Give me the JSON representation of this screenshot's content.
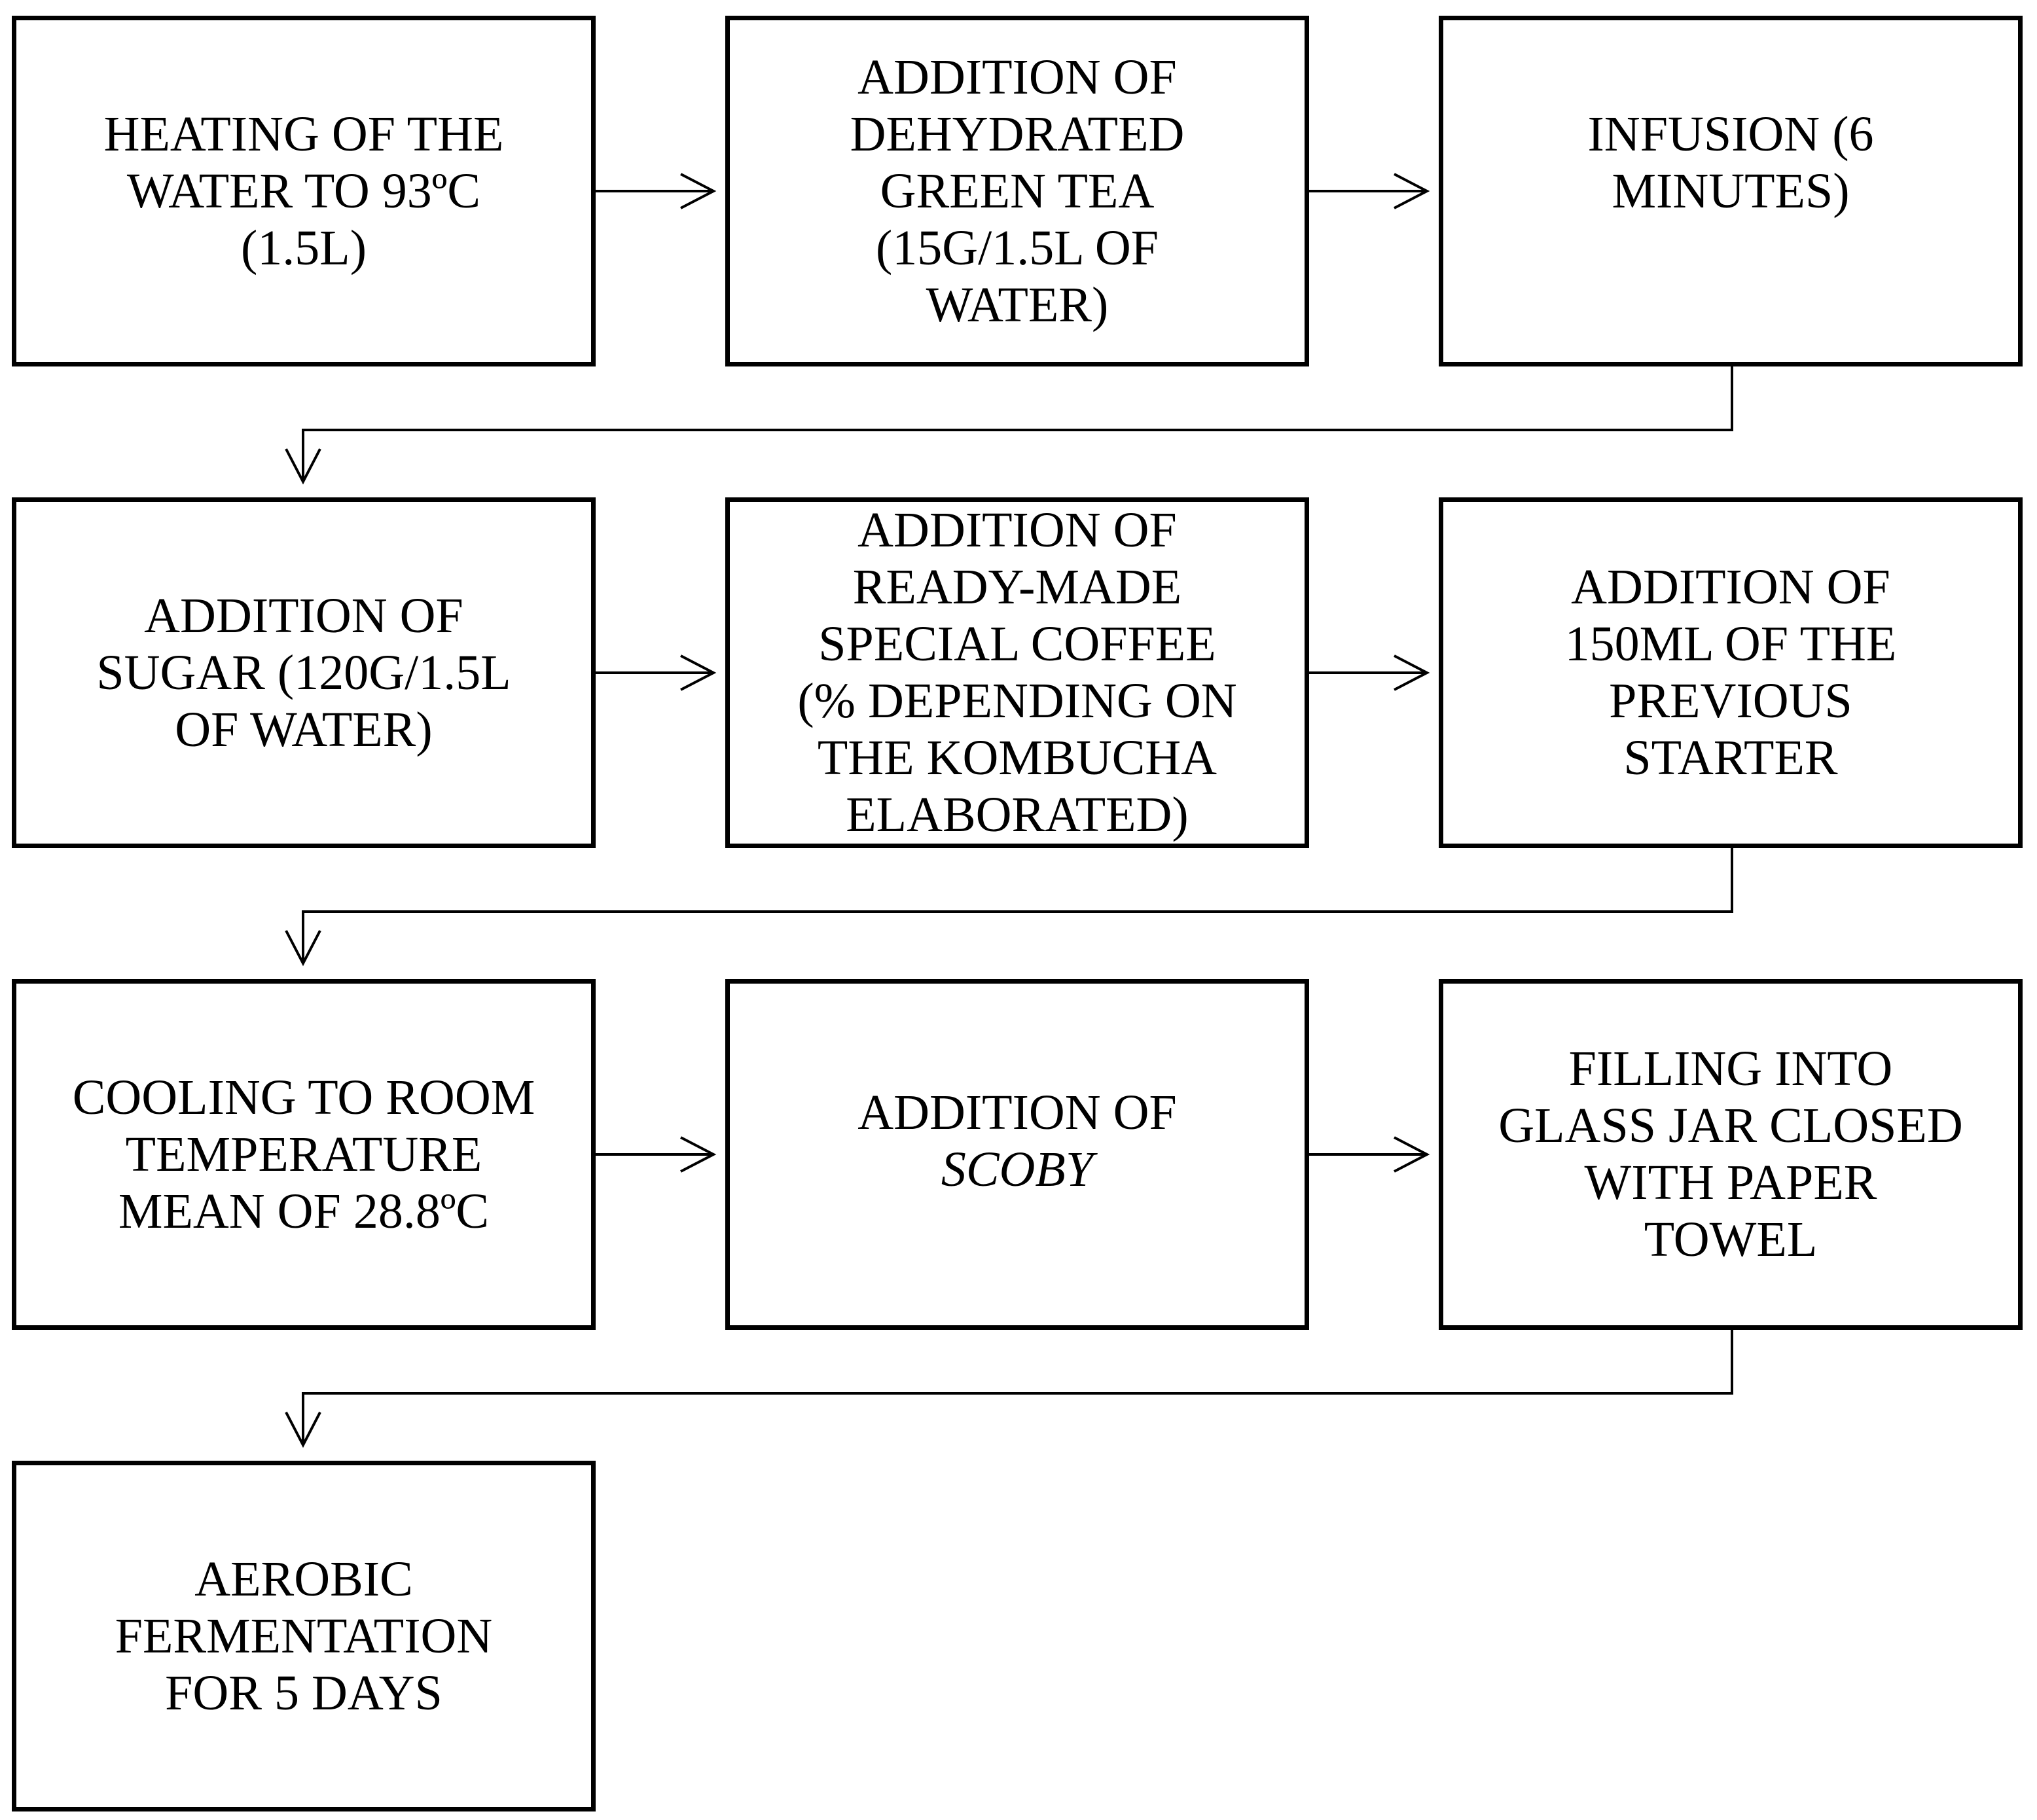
{
  "steps": [
    {
      "id": "heating",
      "lines": [
        "HEATING OF THE",
        "WATER TO 93ºC",
        "(1.5L)"
      ]
    },
    {
      "id": "add-green-tea",
      "lines": [
        "ADDITION OF",
        "DEHYDRATED",
        "GREEN TEA",
        "(15G/1.5L OF",
        "WATER)"
      ]
    },
    {
      "id": "infusion",
      "lines": [
        "INFUSION (6",
        "MINUTES)"
      ]
    },
    {
      "id": "add-sugar",
      "lines": [
        "ADDITION OF",
        "SUGAR (120G/1.5L",
        "OF WATER)"
      ]
    },
    {
      "id": "add-coffee",
      "lines": [
        "ADDITION OF",
        "READY-MADE",
        "SPECIAL COFFEE",
        "(% DEPENDING ON",
        "THE KOMBUCHA",
        "ELABORATED)"
      ]
    },
    {
      "id": "add-starter",
      "lines": [
        "ADDITION OF",
        "150ML OF THE",
        "PREVIOUS",
        "STARTER"
      ]
    },
    {
      "id": "cooling",
      "lines": [
        "COOLING TO ROOM",
        "TEMPERATURE",
        "MEAN OF 28.8ºC"
      ]
    },
    {
      "id": "add-scoby",
      "lines": [
        "ADDITION OF",
        "SCOBY"
      ]
    },
    {
      "id": "filling",
      "lines": [
        "FILLING INTO",
        "GLASS JAR CLOSED",
        "WITH PAPER",
        "TOWEL"
      ]
    },
    {
      "id": "fermentation",
      "lines": [
        "AEROBIC",
        "FERMENTATION",
        "FOR 5 DAYS"
      ]
    }
  ]
}
